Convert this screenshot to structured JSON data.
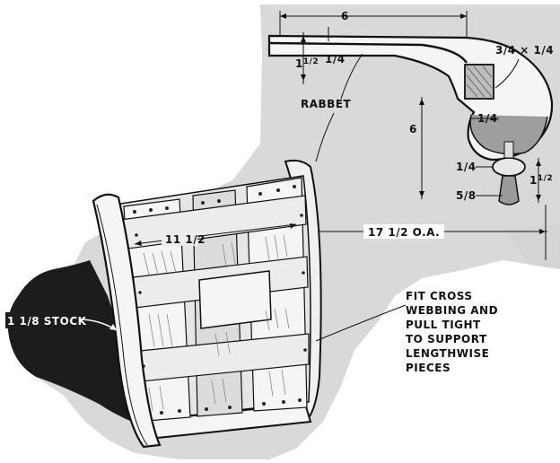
{
  "labels": {
    "top_width": "6",
    "thickness_half": "1/2",
    "thickness_whole": "1",
    "rabbet_depth": "1/4",
    "rabbet": "RABBET",
    "molding": "3/4 × 1/4",
    "height": "6",
    "quarter_inner": "1/4",
    "leg_quarter": "1/4",
    "leg_half": "1/2",
    "leg_one": "1",
    "leg_eighth": "5/8",
    "overall": "17 1/2 O.A.",
    "inside_width": "11 1/2",
    "stock": "1 1/8 STOCK",
    "note_line1": "FIT CROSS",
    "note_line2": "WEBBING AND",
    "note_line3": "PULL TIGHT",
    "note_line4": "TO SUPPORT",
    "note_line5": "LENGTHWISE",
    "note_line6": "PIECES"
  },
  "colors": {
    "paper": "#ffffff",
    "backdrop": "#d9d9d9",
    "shadow": "#1c1c1c",
    "ink": "#111111",
    "wood": "#f5f5f5",
    "webbing": "#e6e6e6"
  }
}
